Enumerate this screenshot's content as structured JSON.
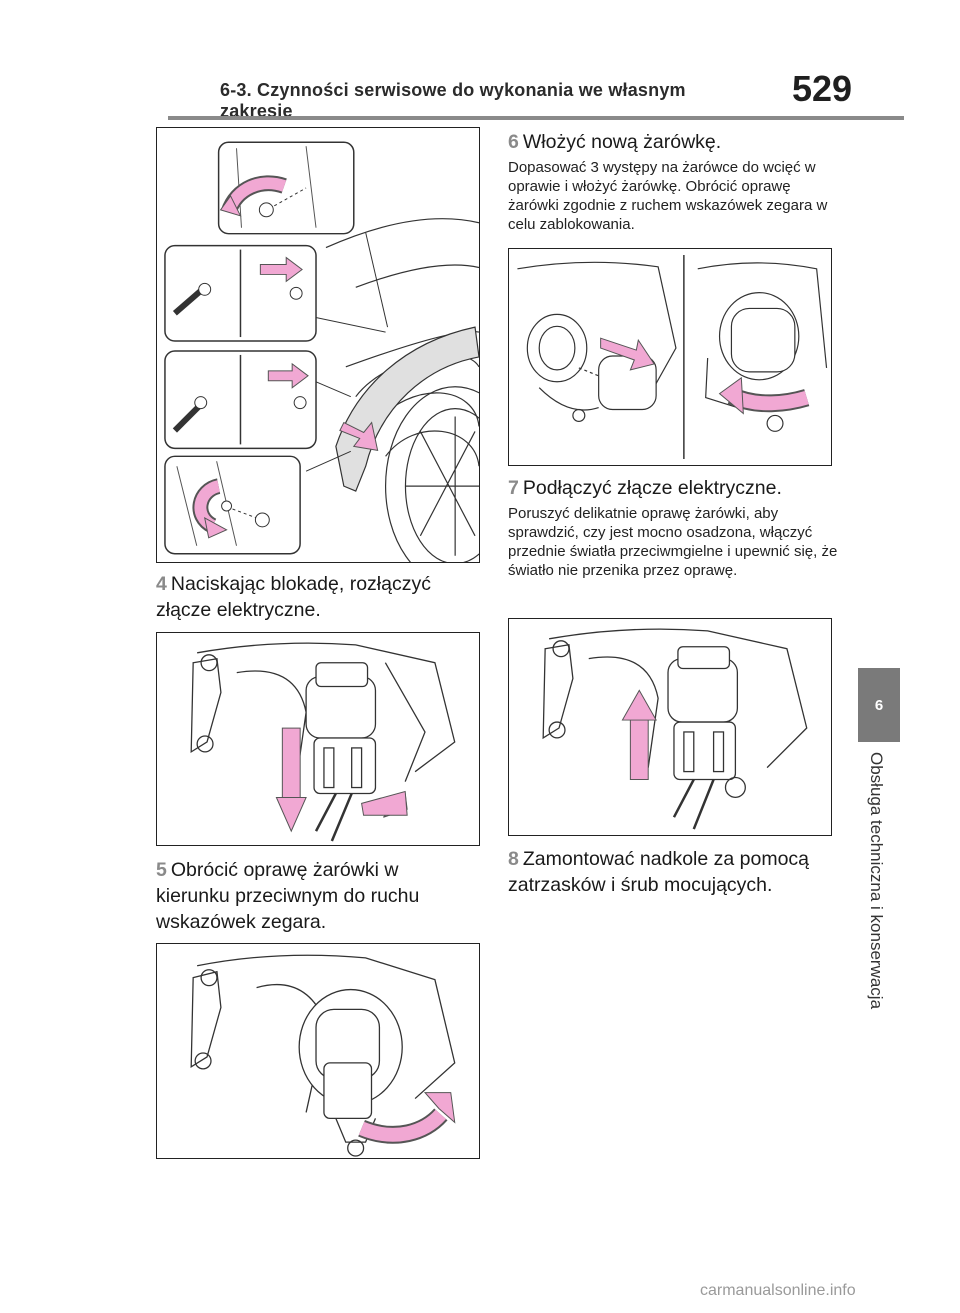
{
  "header": {
    "title": "6-3. Czynności serwisowe do wykonania we własnym zakresie",
    "page_number": "529"
  },
  "side": {
    "tab_number": "6",
    "label": "Obsługa techniczna i konserwacja"
  },
  "steps": [
    {
      "num": "4",
      "text": "Naciskając blokadę, rozłączyć złącze elektryczne."
    },
    {
      "num": "5",
      "text": "Obrócić oprawę żarówki w kierunku przeciwnym do ruchu wskazówek zegara."
    },
    {
      "num": "6",
      "text": "Włożyć nową żarówkę.",
      "note": "Dopasować 3 występy na żarówce do wcięć w oprawie i włożyć żarówkę. Obrócić oprawę żarówki zgodnie z ruchem wskazówek zegara w celu zablokowania."
    },
    {
      "num": "7",
      "text": "Podłączyć złącze elektryczne.",
      "note": "Poruszyć delikatnie oprawę żarówki, aby sprawdzić, czy jest mocno osadzona, włączyć przednie światła przeciwmgielne i upewnić się, że światło nie przenika przez oprawę."
    },
    {
      "num": "8",
      "text": "Zamontować nadkole za pomocą zatrzasków i śrub mocujących."
    }
  ],
  "colors": {
    "arrow": "#f1a8d3",
    "tab": "#7a7a7a",
    "rule": "#8a8a8a",
    "step_number": "#8a8a8a"
  },
  "watermark": "carmanualsonline.info"
}
